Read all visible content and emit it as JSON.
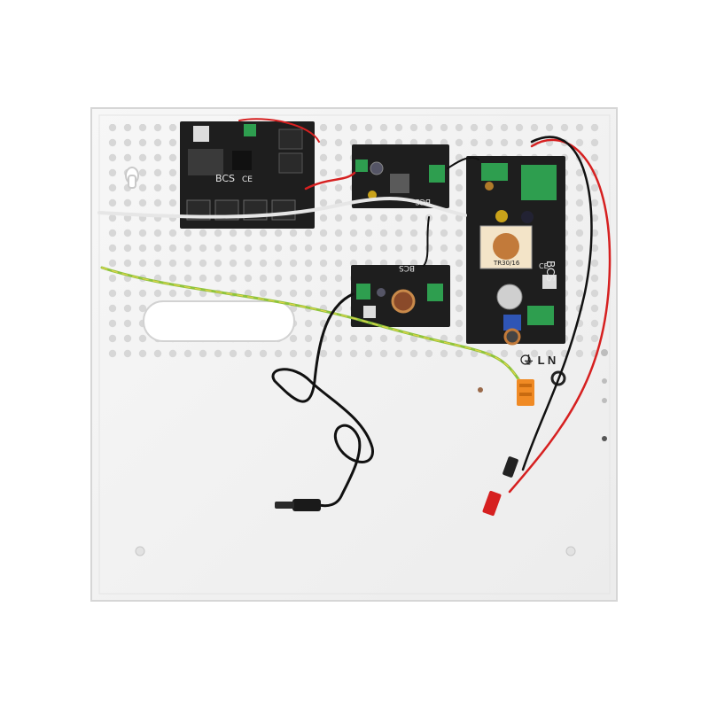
{
  "enclosure": {
    "terminal_marking": "⏚ L N"
  },
  "boards": {
    "poe_switch": {
      "brand": "BCS",
      "mark": "CE"
    },
    "upper_converter": {
      "brand": "BCS"
    },
    "psu": {
      "brand": "BCS",
      "transformer_code": "TR30/16",
      "ce_mark": "CE"
    },
    "lower_converter": {
      "brand": "BCS"
    }
  },
  "colors": {
    "enclosure": "#f3f3f3",
    "pcb": "#1e1e1e",
    "terminal_green": "#2e9e4f",
    "wire_red": "#d62020",
    "wire_black": "#111111",
    "wire_earth_green": "#8fc43c",
    "wire_earth_yellow": "#e3d24a",
    "connector_orange": "#f08a24"
  },
  "icons": [
    "earth-ground-icon"
  ]
}
